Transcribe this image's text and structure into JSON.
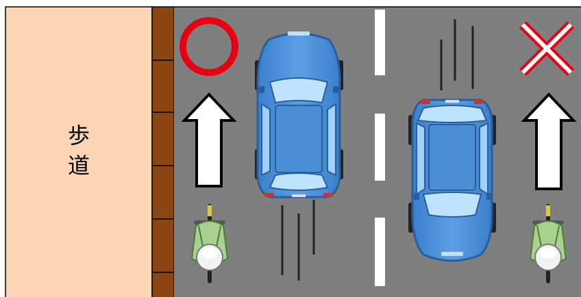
{
  "sidewalk": {
    "char1": "歩",
    "char2": "道"
  },
  "colors": {
    "sidewalk": "#fcd5b4",
    "curb": "#8b4513",
    "road": "#7f7f7f",
    "lane_marking": "#ffffff",
    "ok_mark": "#e60012",
    "ng_mark": "#e60012",
    "car_body": "#4a8fd6",
    "arrow_fill": "#ffffff"
  },
  "marks": {
    "left": "correct-circle",
    "right": "wrong-cross"
  }
}
